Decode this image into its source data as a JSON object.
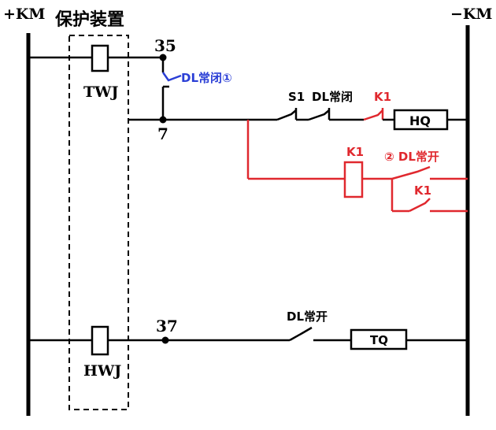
{
  "colors": {
    "wire": "#000000",
    "red": "#e0282e",
    "blue": "#2b3fd6"
  },
  "labels": {
    "pos_bus": "+KM",
    "neg_bus": "−KM",
    "protection_device": "保护装置",
    "twj": "TWJ",
    "hwj": "HWJ",
    "node_35": "35",
    "node_7": "7",
    "node_37": "37",
    "dl_nc_1": "DL常闭①",
    "s1": "S1",
    "dl_nc": "DL常闭",
    "k1_top": "K1",
    "hq": "HQ",
    "k1_coil": "K1",
    "dl_no_2": "② DL常开",
    "k1_holding": "K1",
    "dl_no": "DL常开",
    "tq": "TQ"
  }
}
